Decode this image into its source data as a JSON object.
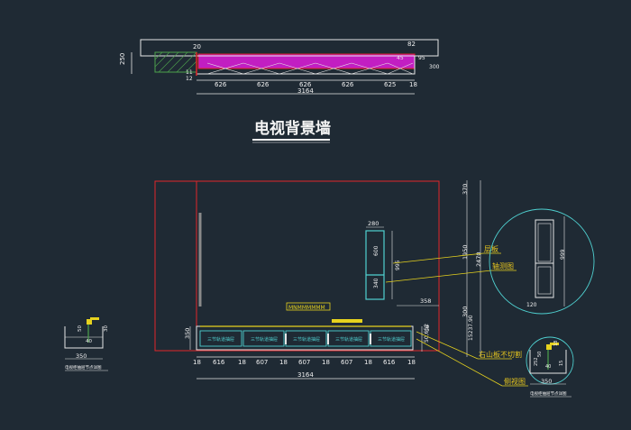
{
  "title": "电视背景墙",
  "colors": {
    "background": "#1f2a34",
    "line_white": "#e6e6e6",
    "line_cyan": "#4fd0d0",
    "line_red": "#e0262a",
    "line_yellow": "#e6d21e",
    "fill_magenta": "#c21ec2",
    "fill_green": "#4da24d",
    "text_white": "#f0f0f0",
    "text_yellow": "#e6c51e"
  },
  "plan_view": {
    "dim_left": "250",
    "dim_top_20": "20",
    "dim_top_right": "82",
    "dim_right_45": "45",
    "dim_right_95": "95",
    "dim_right_300": "300",
    "dim_left_small": "11",
    "dim_left_small2": "12",
    "segments": [
      "626",
      "626",
      "626",
      "626",
      "625"
    ],
    "end_dim": "18",
    "total": "3164"
  },
  "elevation": {
    "shelf_width": "280",
    "shelf_upper": "600",
    "shelf_lower": "340",
    "shelf_overall": "995",
    "dim_358": "358",
    "dim_50": "50",
    "dim_18": "18",
    "dim_350": "350",
    "right_dim_370": "370",
    "right_dim_1950": "1950",
    "right_dim_2470": "2470",
    "right_dim_300": "300",
    "right_dim_stack": "15237.90",
    "cabinet_label": "MNMMMMMM",
    "drawer_label": "三节轨道抽屉",
    "bottom_dims": [
      "18",
      "616",
      "18",
      "607",
      "18",
      "607",
      "18",
      "607",
      "18",
      "616",
      "18"
    ],
    "total": "3164",
    "side_small": "50,652",
    "side_18": "18"
  },
  "annotations": {
    "layer_board": "层板",
    "axis_view": "轴测图",
    "right_board_note": "右山板不切割",
    "side_view": "侧视图"
  },
  "detail_circle": {
    "dim_left": "120",
    "dim_right": "999"
  },
  "left_detail": {
    "dim_50": "50",
    "dim_40": "40",
    "dim_30": "30",
    "dim_350": "350",
    "caption": "电视柜抽屉节点详图"
  },
  "right_detail": {
    "dim_a": "18",
    "dim_b": "50",
    "dim_c": "40",
    "dim_d": "252",
    "dim_e": "15",
    "dim_350": "350",
    "caption": "电视柜抽屉节点详图"
  }
}
